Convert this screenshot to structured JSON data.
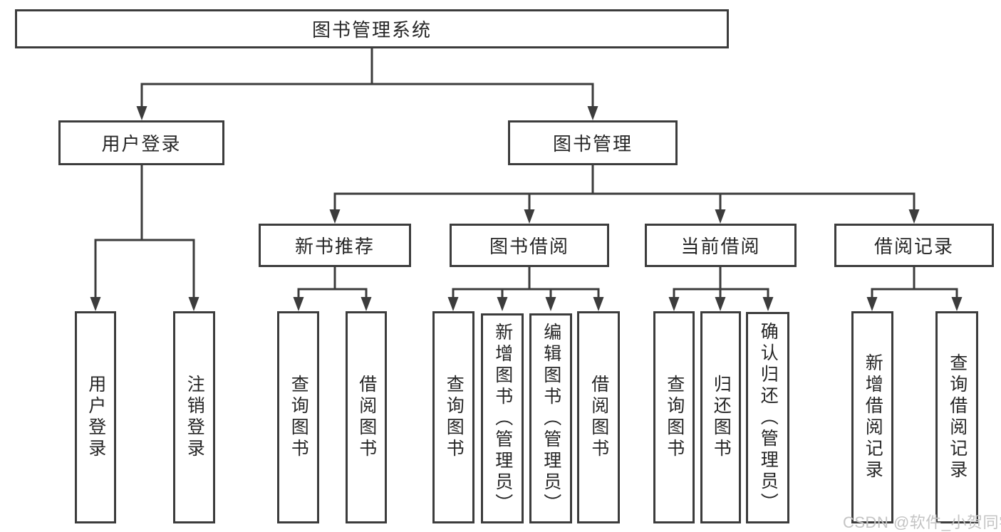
{
  "diagram": {
    "title": "图书管理系统",
    "root": "图书管理系统",
    "user_login": {
      "label": "用户登录",
      "children": [
        "用户登录",
        "注销登录"
      ]
    },
    "book_management": {
      "label": "图书管理",
      "sections": {
        "new_books": {
          "label": "新书推荐",
          "children": [
            "查询图书",
            "借阅图书"
          ]
        },
        "borrowing": {
          "label": "图书借阅",
          "children": [
            "查询图书",
            "新增图书（管理员）",
            "编辑图书（管理员）",
            "借阅图书"
          ]
        },
        "current": {
          "label": "当前借阅",
          "children": [
            "查询图书",
            "归还图书",
            "确认归还（管理员）"
          ]
        },
        "records": {
          "label": "借阅记录",
          "children": [
            "新增借阅记录",
            "查询借阅记录"
          ]
        }
      }
    }
  },
  "watermark": "CSDN @软件_小贺同学",
  "colors": {
    "line": "#3c3c3c",
    "text": "#262626",
    "box_background": "#ffffff",
    "page_background": "#ffffff",
    "watermark": "#c4c4c4"
  }
}
